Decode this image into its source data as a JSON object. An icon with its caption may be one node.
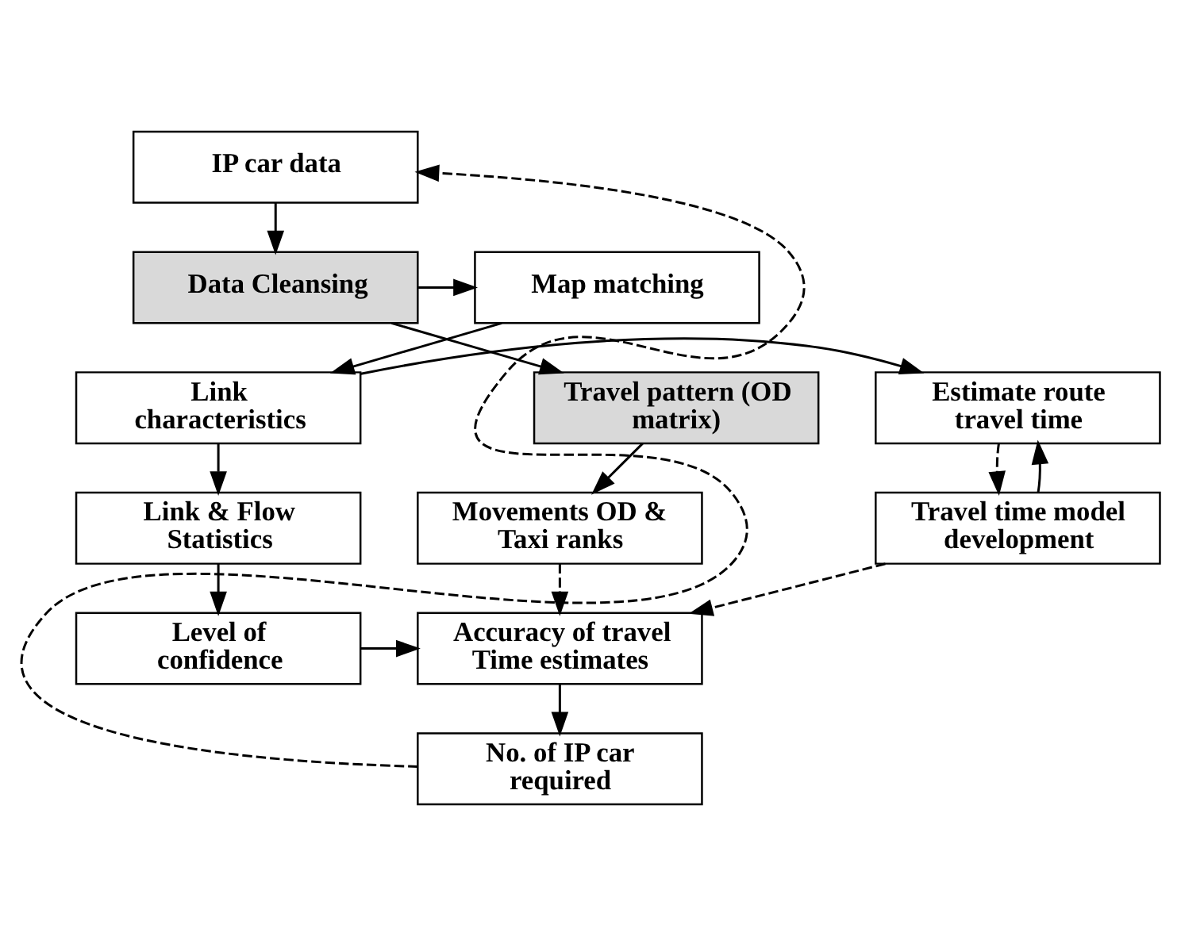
{
  "diagram": {
    "nodes": [
      {
        "text": [
          "IP car data"
        ]
      },
      {
        "text": [
          "Data Cleansing"
        ]
      },
      {
        "text": [
          "Map matching"
        ]
      },
      {
        "text": [
          "Travel pattern (OD matrix)"
        ]
      },
      {
        "text": [
          "Link characteristics"
        ]
      },
      {
        "text": [
          "Estimate route travel time"
        ]
      },
      {
        "text": [
          "Movements OD & Taxi ranks"
        ]
      },
      {
        "text": [
          "Link & Flow Statistics"
        ]
      },
      {
        "text": [
          "Travel time model development"
        ]
      },
      {
        "text": [
          "Accuracy of travel Time estimates"
        ]
      },
      {
        "text": [
          "Level of confidence"
        ]
      },
      {
        "text": [
          "No. of IP car required"
        ]
      }
    ],
    "edges": [
      {
        "from": 0,
        "to": 1,
        "arrow": "to"
      },
      {
        "from": 1,
        "to": 2,
        "arrow": "to"
      },
      {
        "from": 1,
        "to": 3,
        "arrow": "to"
      },
      {
        "from": 2,
        "to": 4,
        "arrow": "to"
      },
      {
        "from": 4,
        "to": 5,
        "arrow": "to"
      },
      {
        "from": 3,
        "to": 6,
        "arrow": "to"
      },
      {
        "from": 4,
        "to": 7,
        "arrow": "to"
      },
      {
        "from": 5,
        "to": 8,
        "arrow": "to",
        "style": "dashed"
      },
      {
        "from": 8,
        "to": 5,
        "arrow": "to"
      },
      {
        "from": 6,
        "to": 9,
        "arrow": "to",
        "style": "dashed"
      },
      {
        "from": 7,
        "to": 10,
        "arrow": "to"
      },
      {
        "from": 10,
        "to": 9,
        "arrow": "to"
      },
      {
        "from": 8,
        "to": 9,
        "arrow": "to",
        "style": "dashed"
      },
      {
        "from": 9,
        "to": 11,
        "arrow": "to"
      },
      {
        "from": 11,
        "to": 0,
        "arrow": "to",
        "style": "dashed"
      }
    ]
  }
}
